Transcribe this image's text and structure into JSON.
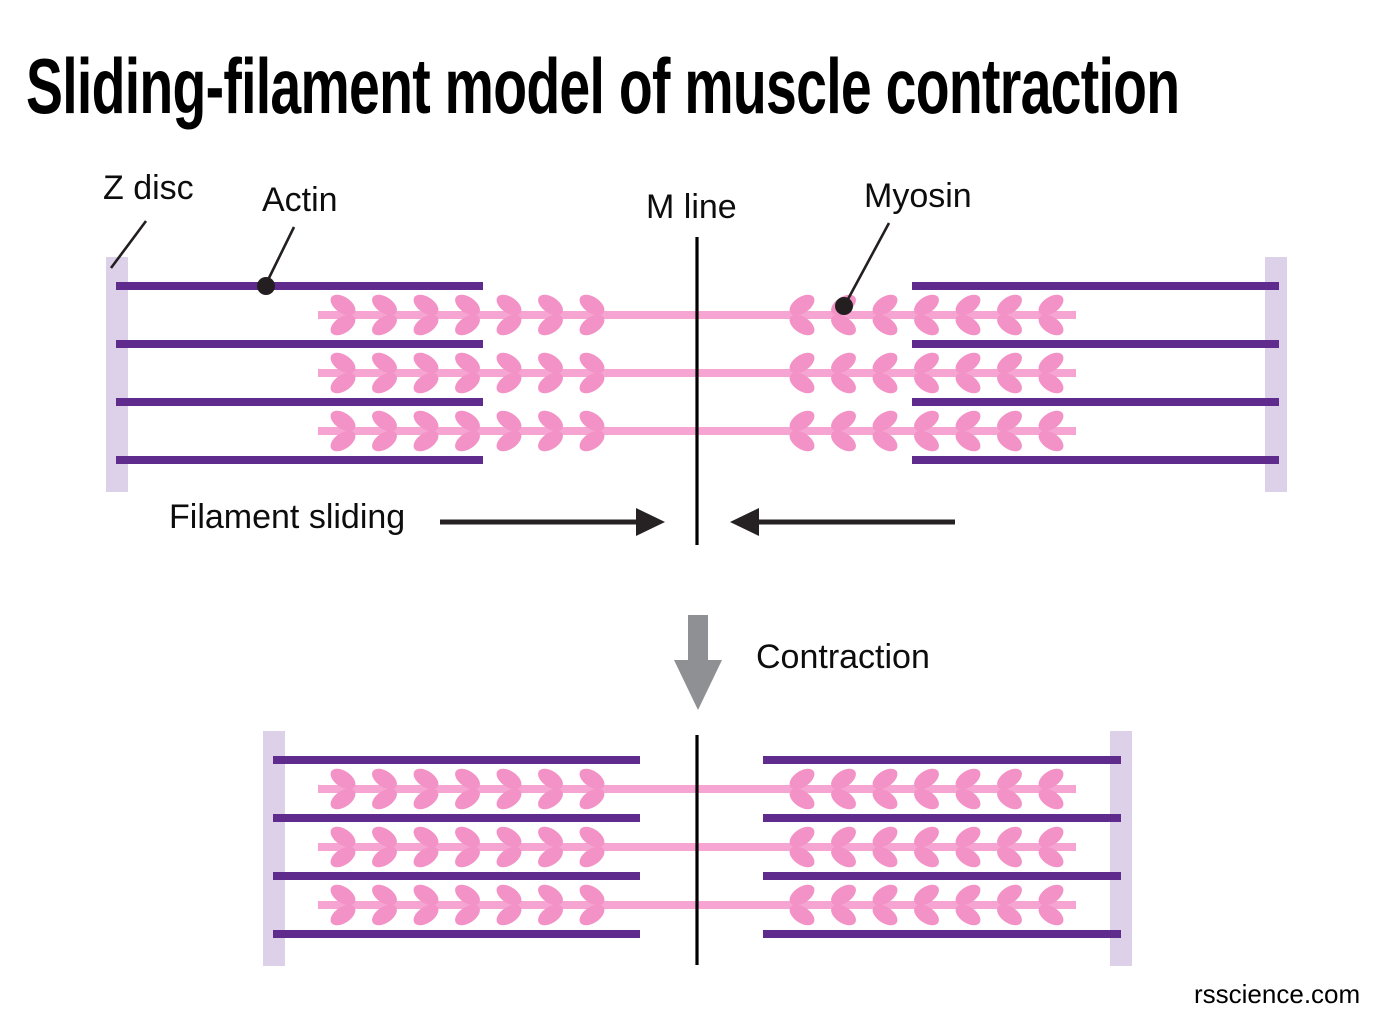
{
  "title": "Sliding-filament model of muscle contraction",
  "labels": {
    "z_disc": "Z disc",
    "actin": "Actin",
    "m_line": "M line",
    "myosin": "Myosin",
    "filament_sliding": "Filament sliding",
    "contraction": "Contraction"
  },
  "watermark": "rsscience.com",
  "colors": {
    "background": "#ffffff",
    "text": "#0d0d0d",
    "actin_filament": "#5f2b8c",
    "z_disc": "#dcd1e9",
    "myosin_head": "#f292c6",
    "myosin_stem": "#f6a5d2",
    "m_line": "#000000",
    "pointer_line": "#231f20",
    "sliding_arrow": "#262223",
    "contraction_arrow": "#8f9094"
  }
}
